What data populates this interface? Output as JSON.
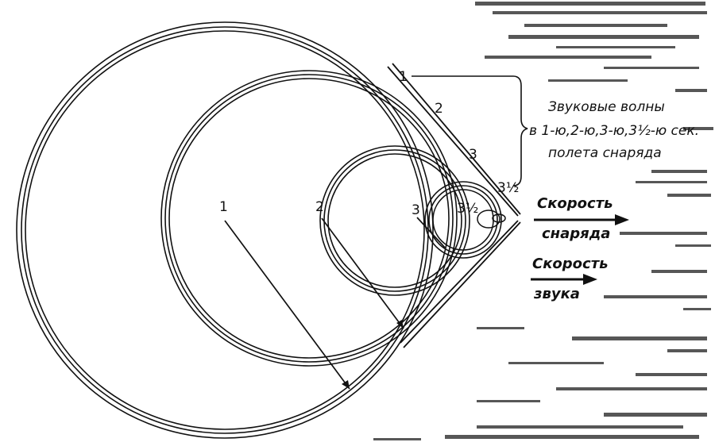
{
  "wave_labels": {
    "top": [
      "1",
      "2",
      "3",
      "3½"
    ],
    "inner": [
      "1",
      "2",
      "3",
      "3½"
    ]
  },
  "caption": {
    "line1": "Звуковые волны",
    "line2": "в 1-ю,2-ю,3-ю,3½-ю сек.",
    "line3": "полета снаряда"
  },
  "projectile_speed": {
    "line1": "Скорость",
    "line2": "снаряда"
  },
  "sound_speed": {
    "line1": "Скорость",
    "line2": "звука"
  },
  "colors": {
    "ink": "#111111",
    "paper": "#ffffff",
    "texture": "#3a3a3a"
  }
}
